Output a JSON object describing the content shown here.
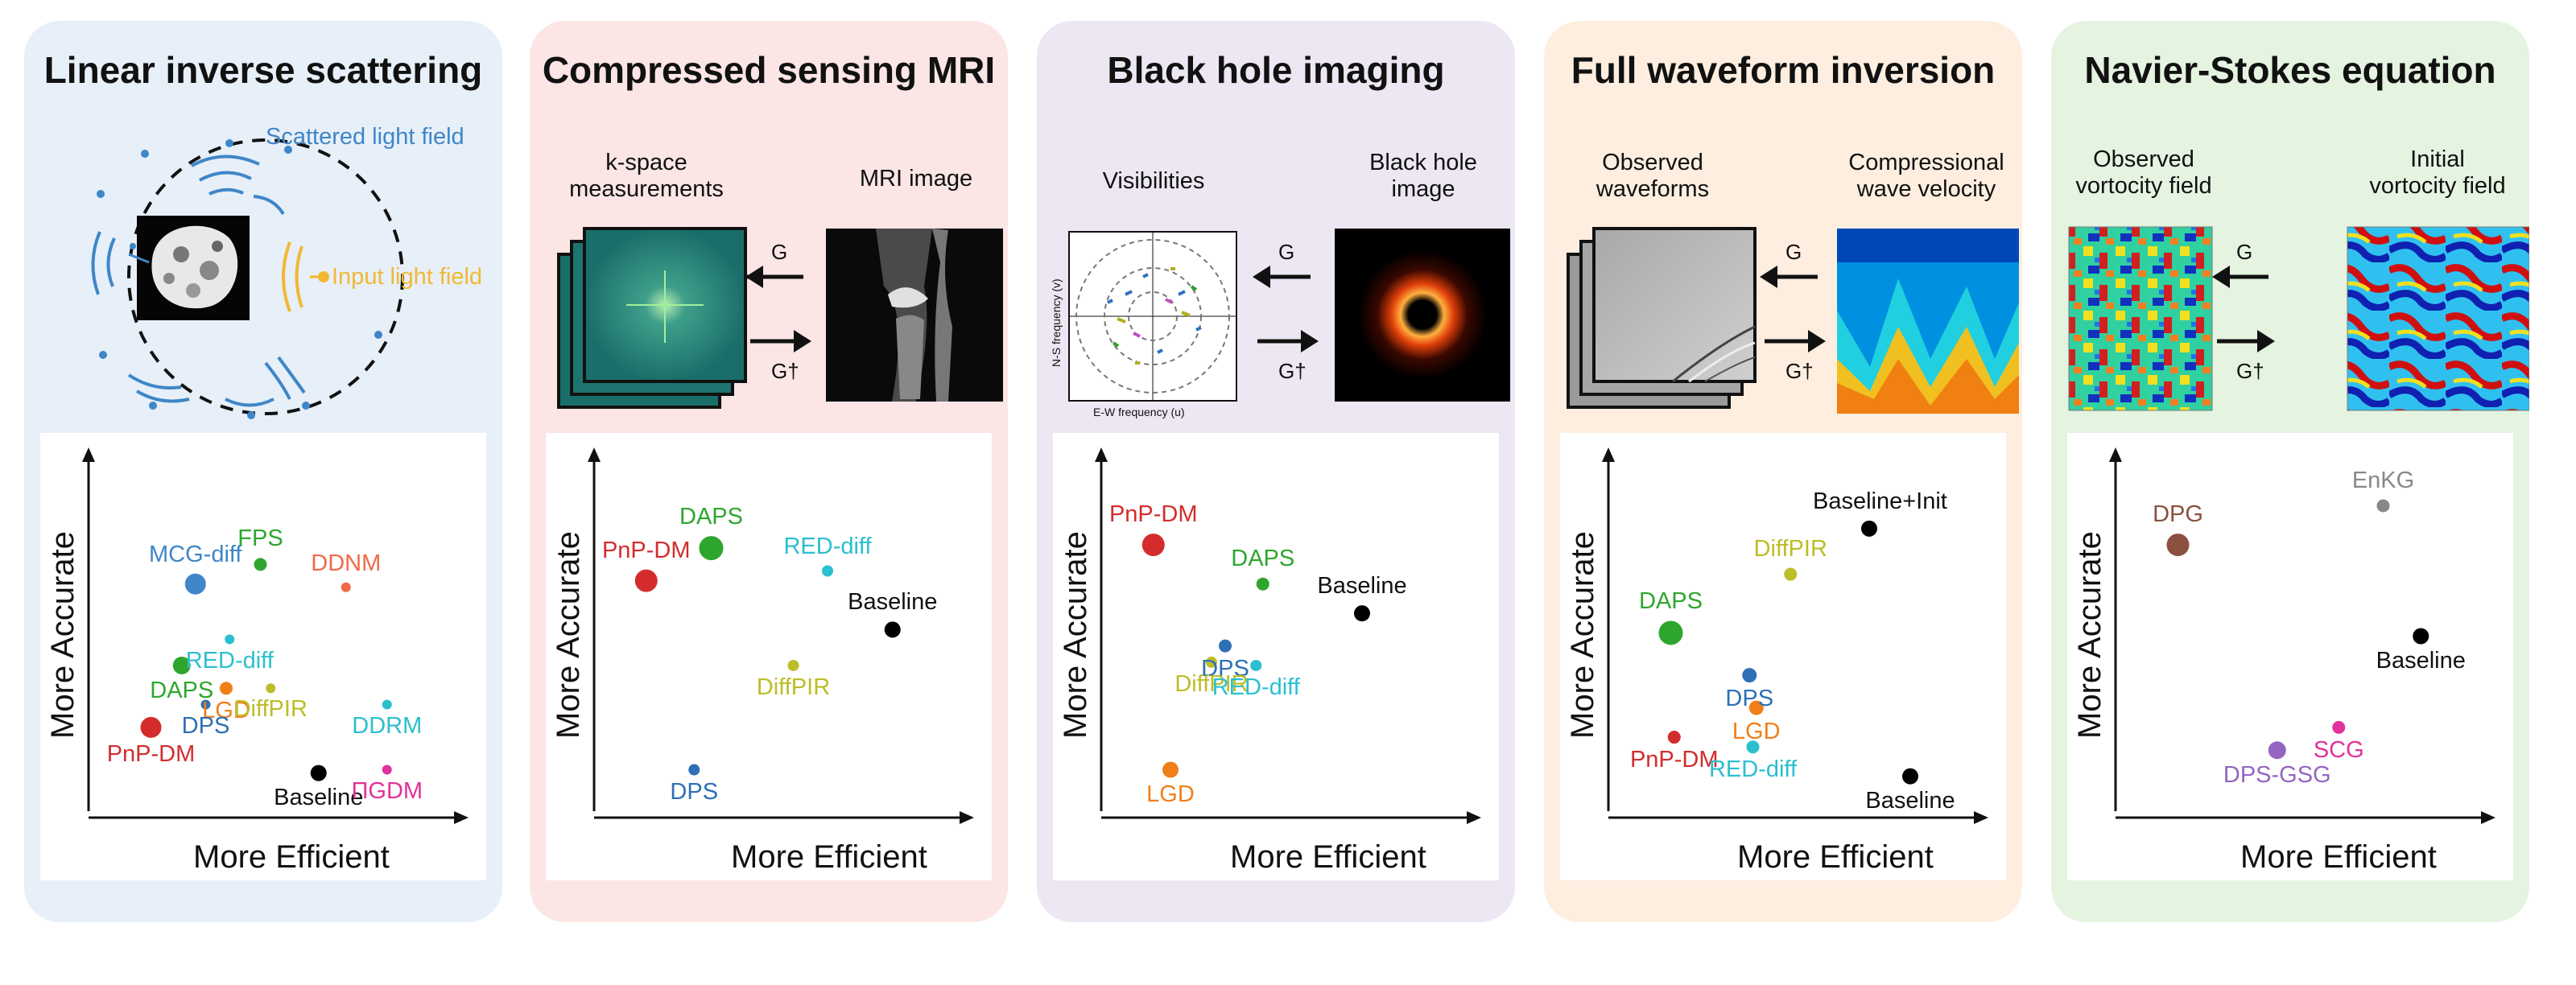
{
  "colors": {
    "panel1": "#e7eff8",
    "panel2": "#fbe5e5",
    "panel3": "#ece7f3",
    "panel4": "#fdeee0",
    "panel5": "#e4f4e1",
    "red": "#d42c2c",
    "green": "#2ea62e",
    "blue": "#2e6fb5",
    "orange": "#f07f1a",
    "olive": "#bdbd28",
    "cyan": "#2bbfcf",
    "pink": "#e0329a",
    "brown": "#8b5040",
    "purple": "#9466c2",
    "grey": "#888888",
    "black": "#000000",
    "salmon": "#f06a47",
    "lightblue": "#3f86c8",
    "gold": "#f2b834"
  },
  "panels": [
    {
      "title": "Linear inverse scattering",
      "illustration": {
        "scattered_label": "Scattered light field",
        "input_label": "Input light field"
      },
      "axes": {
        "x_label": "More Efficient",
        "y_label": "More Accurate"
      }
    },
    {
      "title": "Compressed sensing MRI",
      "illustration": {
        "left_label": "k-space\nmeasurements",
        "right_label": "MRI image",
        "forward_op": "G",
        "inverse_op": "G†"
      },
      "axes": {
        "x_label": "More Efficient",
        "y_label": "More Accurate"
      }
    },
    {
      "title": "Black hole imaging",
      "illustration": {
        "left_label": "Visibilities",
        "right_label": "Black hole\nimage",
        "forward_op": "G",
        "inverse_op": "G†",
        "uv_x_axis": "E-W frequency (u)",
        "uv_y_axis": "N-S frequency (v)"
      },
      "axes": {
        "x_label": "More Efficient",
        "y_label": "More Accurate"
      }
    },
    {
      "title": "Full waveform inversion",
      "illustration": {
        "left_label": "Observed\nwaveforms",
        "right_label": "Compressional\nwave velocity",
        "forward_op": "G",
        "inverse_op": "G†"
      },
      "axes": {
        "x_label": "More Efficient",
        "y_label": "More Accurate"
      }
    },
    {
      "title": "Navier-Stokes equation",
      "illustration": {
        "left_label": "Observed\nvortocity field",
        "right_label": "Initial\nvortocity field",
        "forward_op": "G",
        "inverse_op": "G†"
      },
      "axes": {
        "x_label": "More Efficient",
        "y_label": "More Accurate"
      }
    }
  ],
  "chart_data": [
    {
      "type": "scatter",
      "xlabel": "More Efficient",
      "ylabel": "More Accurate",
      "points": [
        {
          "name": "MCG-diff",
          "x": 0.23,
          "y": 0.66,
          "size": 13,
          "color": "#3f86c8"
        },
        {
          "name": "FPS",
          "x": 0.42,
          "y": 0.72,
          "size": 8,
          "color": "#2ea62e"
        },
        {
          "name": "DDNM",
          "x": 0.67,
          "y": 0.65,
          "size": 6,
          "color": "#f06a47"
        },
        {
          "name": "RED-diff",
          "x": 0.33,
          "y": 0.49,
          "size": 6,
          "color": "#2bbfcf"
        },
        {
          "name": "DAPS",
          "x": 0.19,
          "y": 0.41,
          "size": 11,
          "color": "#2ea62e"
        },
        {
          "name": "LGD",
          "x": 0.32,
          "y": 0.34,
          "size": 8,
          "color": "#f07f1a"
        },
        {
          "name": "DiffPIR",
          "x": 0.45,
          "y": 0.34,
          "size": 6,
          "color": "#bdbd28"
        },
        {
          "name": "DPS",
          "x": 0.26,
          "y": 0.29,
          "size": 6,
          "color": "#2e6fb5"
        },
        {
          "name": "DDRM",
          "x": 0.79,
          "y": 0.29,
          "size": 6,
          "color": "#2bbfcf"
        },
        {
          "name": "PnP-DM",
          "x": 0.1,
          "y": 0.22,
          "size": 13,
          "color": "#d42c2c"
        },
        {
          "name": "Baseline",
          "x": 0.59,
          "y": 0.08,
          "size": 10,
          "color": "#000000"
        },
        {
          "name": "ΠGDM",
          "x": 0.79,
          "y": 0.09,
          "size": 6,
          "color": "#e0329a"
        }
      ]
    },
    {
      "type": "scatter",
      "xlabel": "More Efficient",
      "ylabel": "More Accurate",
      "points": [
        {
          "name": "DAPS",
          "x": 0.26,
          "y": 0.77,
          "size": 15,
          "color": "#2ea62e"
        },
        {
          "name": "PnP-DM",
          "x": 0.07,
          "y": 0.67,
          "size": 14,
          "color": "#d42c2c"
        },
        {
          "name": "RED-diff",
          "x": 0.6,
          "y": 0.7,
          "size": 7,
          "color": "#2bbfcf"
        },
        {
          "name": "Baseline",
          "x": 0.79,
          "y": 0.52,
          "size": 10,
          "color": "#000000"
        },
        {
          "name": "DiffPIR",
          "x": 0.5,
          "y": 0.41,
          "size": 7,
          "color": "#bdbd28"
        },
        {
          "name": "DPS",
          "x": 0.21,
          "y": 0.09,
          "size": 7,
          "color": "#2e6fb5"
        }
      ]
    },
    {
      "type": "scatter",
      "xlabel": "More Efficient",
      "ylabel": "More Accurate",
      "points": [
        {
          "name": "PnP-DM",
          "x": 0.07,
          "y": 0.78,
          "size": 14,
          "color": "#d42c2c"
        },
        {
          "name": "DAPS",
          "x": 0.39,
          "y": 0.66,
          "size": 8,
          "color": "#2ea62e"
        },
        {
          "name": "Baseline",
          "x": 0.68,
          "y": 0.57,
          "size": 10,
          "color": "#000000"
        },
        {
          "name": "DPS",
          "x": 0.28,
          "y": 0.47,
          "size": 8,
          "color": "#2e6fb5"
        },
        {
          "name": "DiffPIR",
          "x": 0.24,
          "y": 0.42,
          "size": 7,
          "color": "#bdbd28"
        },
        {
          "name": "RED-diff",
          "x": 0.37,
          "y": 0.41,
          "size": 7,
          "color": "#2bbfcf"
        },
        {
          "name": "LGD",
          "x": 0.12,
          "y": 0.09,
          "size": 10,
          "color": "#f07f1a"
        }
      ]
    },
    {
      "type": "scatter",
      "xlabel": "More Efficient",
      "ylabel": "More Accurate",
      "points": [
        {
          "name": "Baseline+Init",
          "x": 0.68,
          "y": 0.83,
          "size": 10,
          "color": "#000000"
        },
        {
          "name": "DiffPIR",
          "x": 0.45,
          "y": 0.69,
          "size": 8,
          "color": "#bdbd28"
        },
        {
          "name": "DAPS",
          "x": 0.1,
          "y": 0.51,
          "size": 15,
          "color": "#2ea62e"
        },
        {
          "name": "DPS",
          "x": 0.33,
          "y": 0.38,
          "size": 9,
          "color": "#2e6fb5"
        },
        {
          "name": "LGD",
          "x": 0.35,
          "y": 0.28,
          "size": 9,
          "color": "#f07f1a"
        },
        {
          "name": "PnP-DM",
          "x": 0.11,
          "y": 0.19,
          "size": 8,
          "color": "#d42c2c"
        },
        {
          "name": "RED-diff",
          "x": 0.34,
          "y": 0.16,
          "size": 8,
          "color": "#2bbfcf"
        },
        {
          "name": "Baseline",
          "x": 0.8,
          "y": 0.07,
          "size": 10,
          "color": "#000000"
        }
      ]
    },
    {
      "type": "scatter",
      "xlabel": "More Efficient",
      "ylabel": "More Accurate",
      "points": [
        {
          "name": "EnKG",
          "x": 0.7,
          "y": 0.9,
          "size": 8,
          "color": "#888888"
        },
        {
          "name": "DPG",
          "x": 0.1,
          "y": 0.78,
          "size": 14,
          "color": "#8b5040"
        },
        {
          "name": "Baseline",
          "x": 0.81,
          "y": 0.5,
          "size": 10,
          "color": "#000000"
        },
        {
          "name": "SCG",
          "x": 0.57,
          "y": 0.22,
          "size": 8,
          "color": "#e0329a"
        },
        {
          "name": "DPS-GSG",
          "x": 0.39,
          "y": 0.15,
          "size": 11,
          "color": "#9466c2"
        }
      ]
    }
  ]
}
